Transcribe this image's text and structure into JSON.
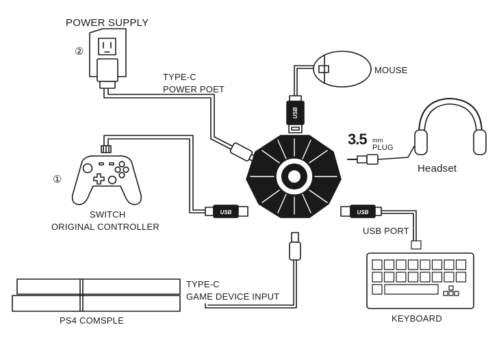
{
  "labels": {
    "power_supply": "POWER SUPPLY",
    "power_num": "②",
    "type_c_power_line1": "TYPE-C",
    "type_c_power_line2": "POWER POET",
    "mouse": "MOUSE",
    "plug_size": "3.5",
    "plug_unit": "mm",
    "plug_word": "PLUG",
    "headset": "Headset",
    "controller_num": "①",
    "controller_line1": "SWITCH",
    "controller_line2": "ORIGINAL CONTROLLER",
    "usb_port": "USB PORT",
    "type_c_game_line1": "TYPE-C",
    "type_c_game_line2": "GAME DEVICE INPUT",
    "console": "PS4 COMSPLE",
    "keyboard": "KEYBOARD",
    "usb_logo": "USB"
  }
}
